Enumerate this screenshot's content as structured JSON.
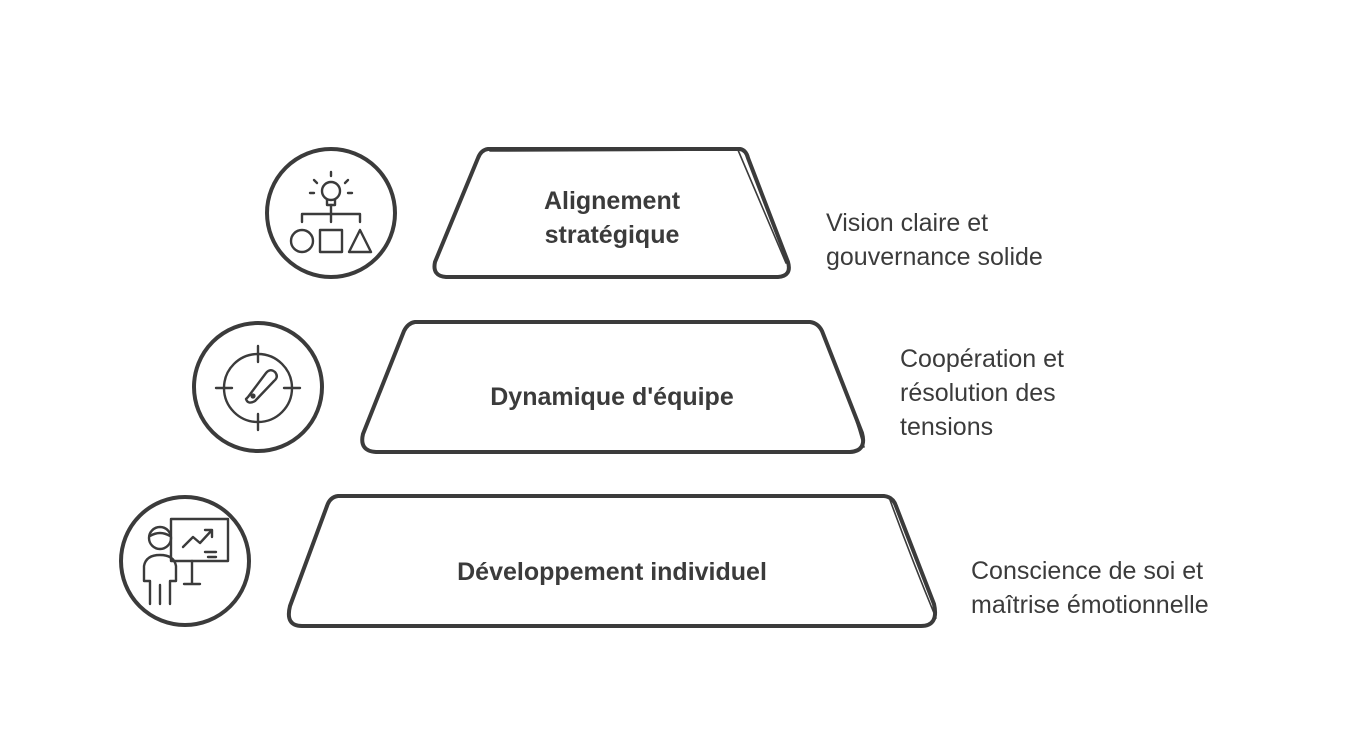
{
  "levels": [
    {
      "title": "Alignement\nstratégique",
      "description": "Vision claire et\ngouvernance solide",
      "icon": "strategy-structure-icon"
    },
    {
      "title": "Dynamique d'équipe",
      "description": "Coopération et\nrésolution des\ntensions",
      "icon": "target-gauge-icon"
    },
    {
      "title": "Développement individuel",
      "description": "Conscience de soi et\nmaîtrise émotionnelle",
      "icon": "presenter-growth-icon"
    }
  ],
  "colors": {
    "stroke": "#3b3b3b",
    "fill": "#ffffff",
    "text": "#3b3b3b"
  }
}
